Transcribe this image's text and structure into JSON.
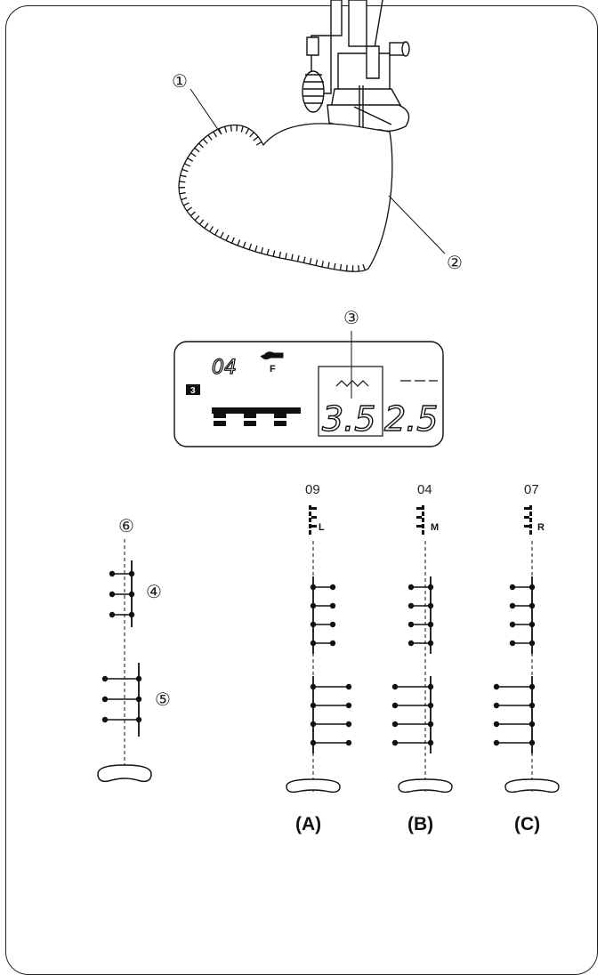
{
  "callouts": {
    "c1": "①",
    "c2": "②",
    "c3": "③",
    "c4": "④",
    "c5": "⑤",
    "c6": "⑥"
  },
  "lcd": {
    "pattern_number": "04",
    "foot_label": "F",
    "width_value": "3.5",
    "length_value": "2.5",
    "mode_badge": "3"
  },
  "variants": [
    {
      "code": "09",
      "pos_letter": "L",
      "label": "(A)"
    },
    {
      "code": "04",
      "pos_letter": "M",
      "label": "(B)"
    },
    {
      "code": "07",
      "pos_letter": "R",
      "label": "(C)"
    }
  ]
}
